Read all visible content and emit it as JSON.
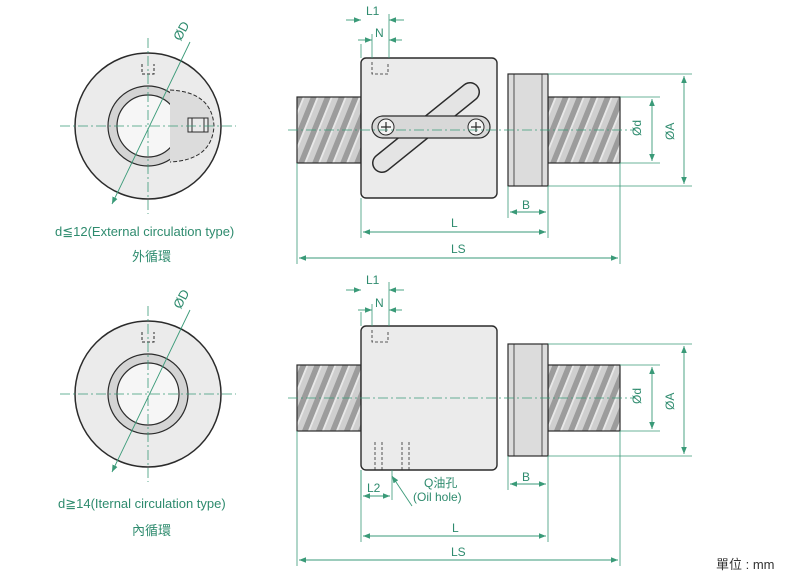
{
  "colors": {
    "outline": "#2b2b2b",
    "body_fill": "#ebebeb",
    "shaft_fill": "#d0d0d0",
    "thread_fill": "#bdbdbd",
    "bore_fill": "#f6f6f6",
    "dimension": "#3a9a78",
    "text": "#2e8b6e",
    "unit_text": "#333333"
  },
  "top_view": {
    "caption": "d≦12(External circulation type)",
    "caption_cn": "外循環",
    "labels": {
      "L1": "L1",
      "N": "N",
      "L": "L",
      "B": "B",
      "LS": "LS",
      "d": "Ød",
      "A": "ØA",
      "D": "ØD"
    }
  },
  "bottom_view": {
    "caption": "d≧14(Iternal circulation type)",
    "caption_cn": "內循環",
    "labels": {
      "L1": "L1",
      "N": "N",
      "L2": "L2",
      "oil_hole": "Q油孔",
      "oil_hole_en": "(Oil hole)",
      "L": "L",
      "B": "B",
      "LS": "LS",
      "d": "Ød",
      "A": "ØA",
      "D": "ØD"
    }
  },
  "unit": "單位 : mm"
}
